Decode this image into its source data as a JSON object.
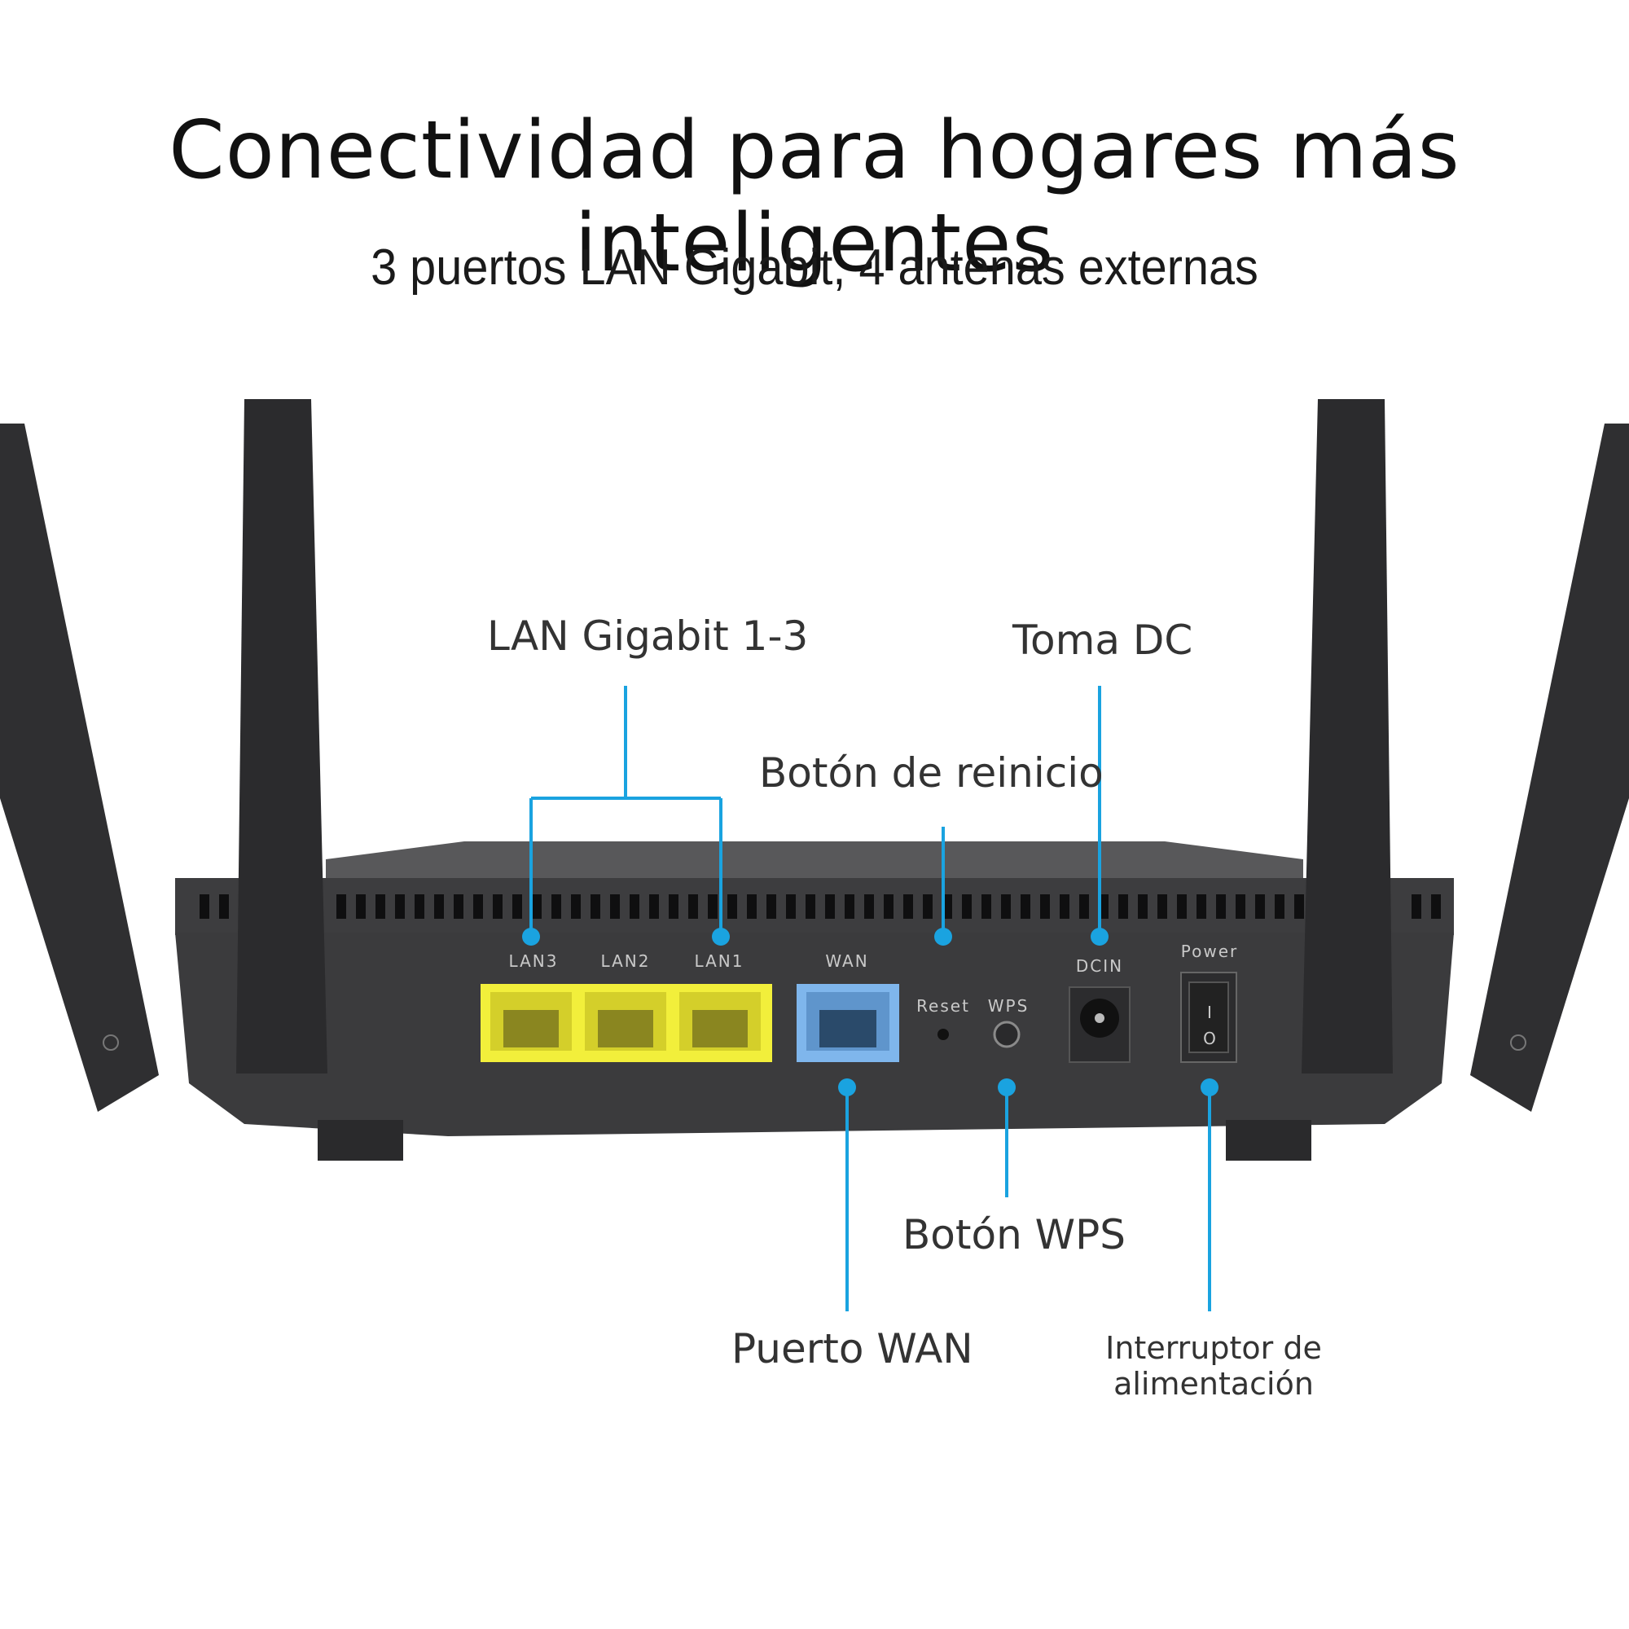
{
  "heading": "Conectividad para hogares más inteligentes",
  "subheading": "3 puertos LAN Gigabit, 4 antenas externas",
  "callouts": {
    "lan": "LAN Gigabit 1-3",
    "dc": "Toma DC",
    "reset": "Botón de reinicio",
    "wps": "Botón WPS",
    "wan": "Puerto WAN",
    "power_line1": "Interruptor de",
    "power_line2": "alimentación"
  },
  "markings": {
    "lan3": "LAN3",
    "lan2": "LAN2",
    "lan1": "LAN1",
    "wan": "WAN",
    "reset": "Reset",
    "wps": "WPS",
    "dcin": "DCIN",
    "power": "Power",
    "switch_on": "I",
    "switch_off": "O"
  },
  "colors": {
    "callout": "#1aa3e0",
    "lan_port": "#f2ef3b",
    "wan_port": "#7fb6ec",
    "router_body": "#3b3b3d"
  }
}
